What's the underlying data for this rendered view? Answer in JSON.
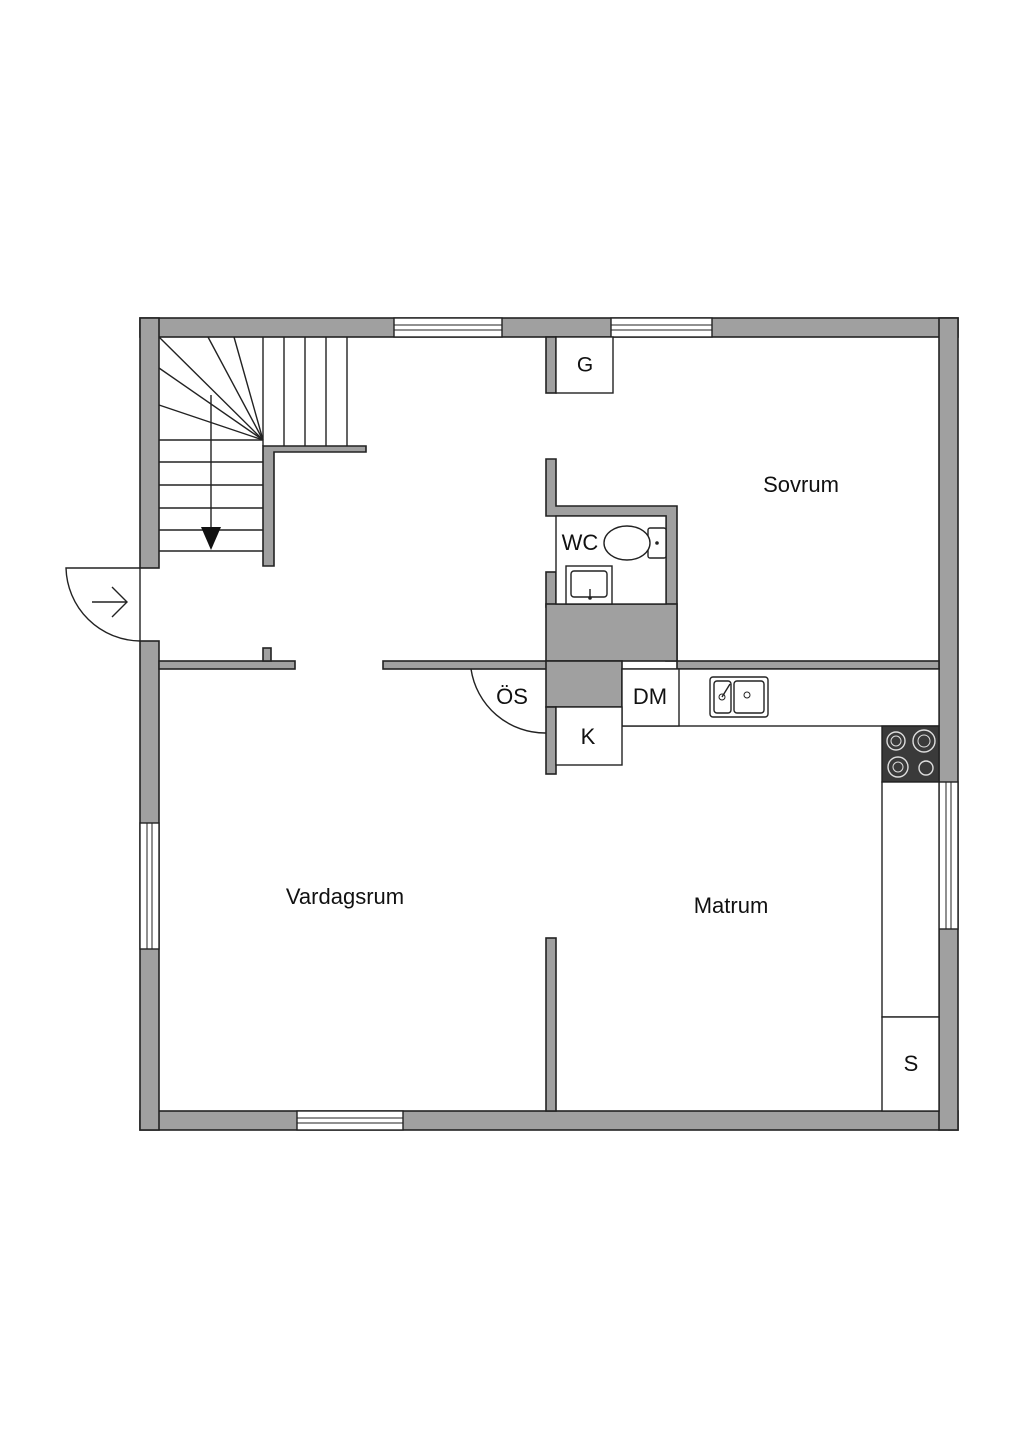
{
  "rooms": {
    "sovrum": "Sovrum",
    "wc": "WC",
    "vardagsrum": "Vardagsrum",
    "matrum": "Matrum"
  },
  "fixtures": {
    "g": "G",
    "os": "ÖS",
    "dm": "DM",
    "k": "K",
    "s": "S"
  },
  "colors": {
    "wall": "#a0a0a0",
    "stove": "#3a3a3a",
    "line": "#222222"
  }
}
